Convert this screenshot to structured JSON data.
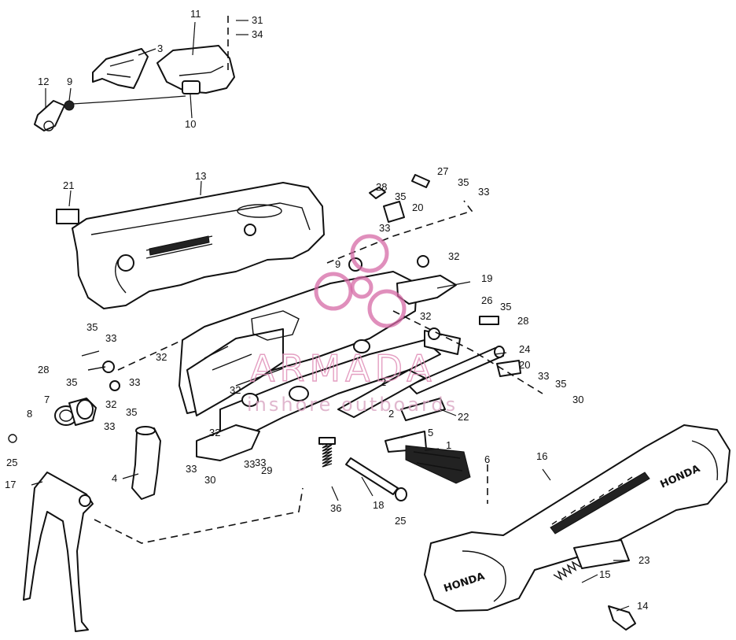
{
  "watermark": {
    "title": "ARMADA",
    "subtitle": "inshore outboards"
  },
  "brand_mark": "HONDA",
  "callouts": [
    "1",
    "2",
    "2",
    "3",
    "4",
    "5",
    "6",
    "7",
    "8",
    "9",
    "9",
    "10",
    "11",
    "12",
    "13",
    "14",
    "15",
    "16",
    "17",
    "18",
    "19",
    "20",
    "20",
    "21",
    "22",
    "23",
    "24",
    "25",
    "25",
    "26",
    "27",
    "28",
    "28",
    "28",
    "29",
    "30",
    "30",
    "31",
    "32",
    "32",
    "32",
    "32",
    "32",
    "32",
    "33",
    "33",
    "33",
    "33",
    "33",
    "33",
    "33",
    "33",
    "33",
    "34",
    "35",
    "35",
    "35",
    "35",
    "35",
    "35",
    "35",
    "36"
  ]
}
